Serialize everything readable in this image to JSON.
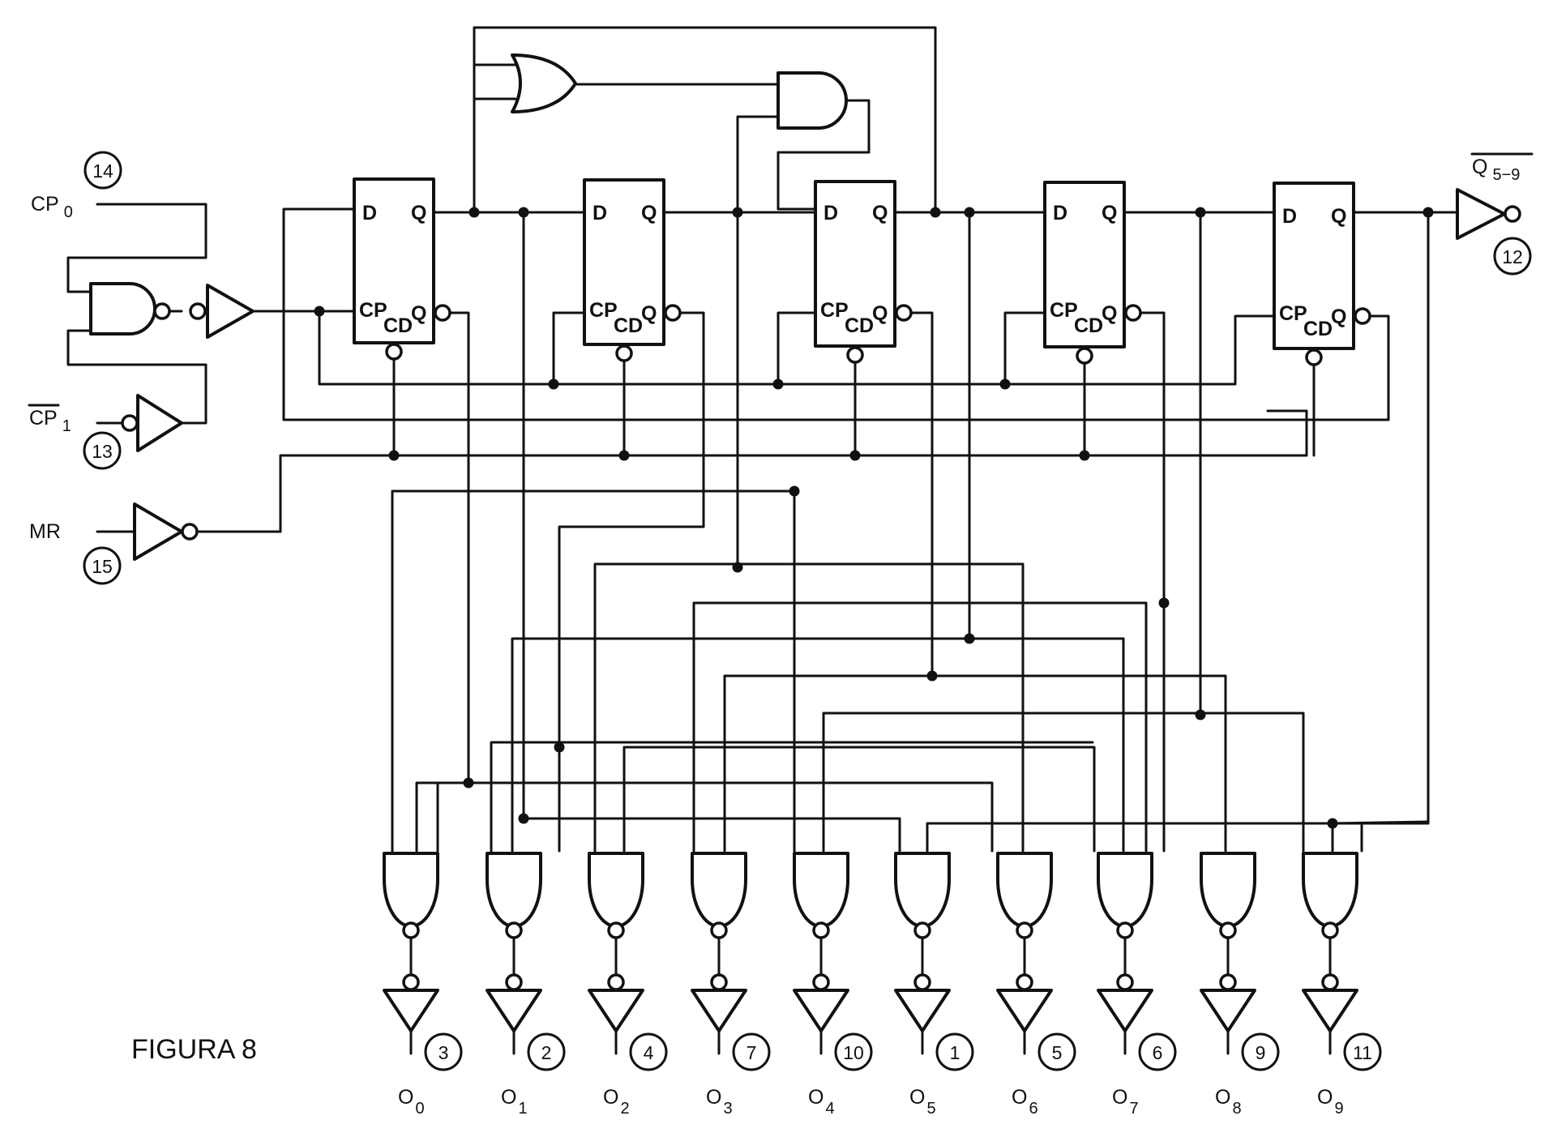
{
  "figure": {
    "caption": "FIGURA 8",
    "ff_labels": {
      "d": "D",
      "q": "Q",
      "cp": "CP",
      "cd": "CD"
    }
  },
  "inputs": {
    "cp0": {
      "label": "CP",
      "sub": "0",
      "pin": "14"
    },
    "cp1": {
      "label": "CP",
      "sub": "1",
      "pin": "13"
    },
    "mr": {
      "label": "MR",
      "pin": "15"
    },
    "q59": {
      "label": "Q",
      "sub": "5−9",
      "pin": "12"
    }
  },
  "outputs": [
    {
      "label": "O",
      "sub": "0",
      "pin": "3"
    },
    {
      "label": "O",
      "sub": "1",
      "pin": "2"
    },
    {
      "label": "O",
      "sub": "2",
      "pin": "4"
    },
    {
      "label": "O",
      "sub": "3",
      "pin": "7"
    },
    {
      "label": "O",
      "sub": "4",
      "pin": "10"
    },
    {
      "label": "O",
      "sub": "5",
      "pin": "1"
    },
    {
      "label": "O",
      "sub": "6",
      "pin": "5"
    },
    {
      "label": "O",
      "sub": "7",
      "pin": "6"
    },
    {
      "label": "O",
      "sub": "8",
      "pin": "9"
    },
    {
      "label": "O",
      "sub": "9",
      "pin": "11"
    }
  ]
}
